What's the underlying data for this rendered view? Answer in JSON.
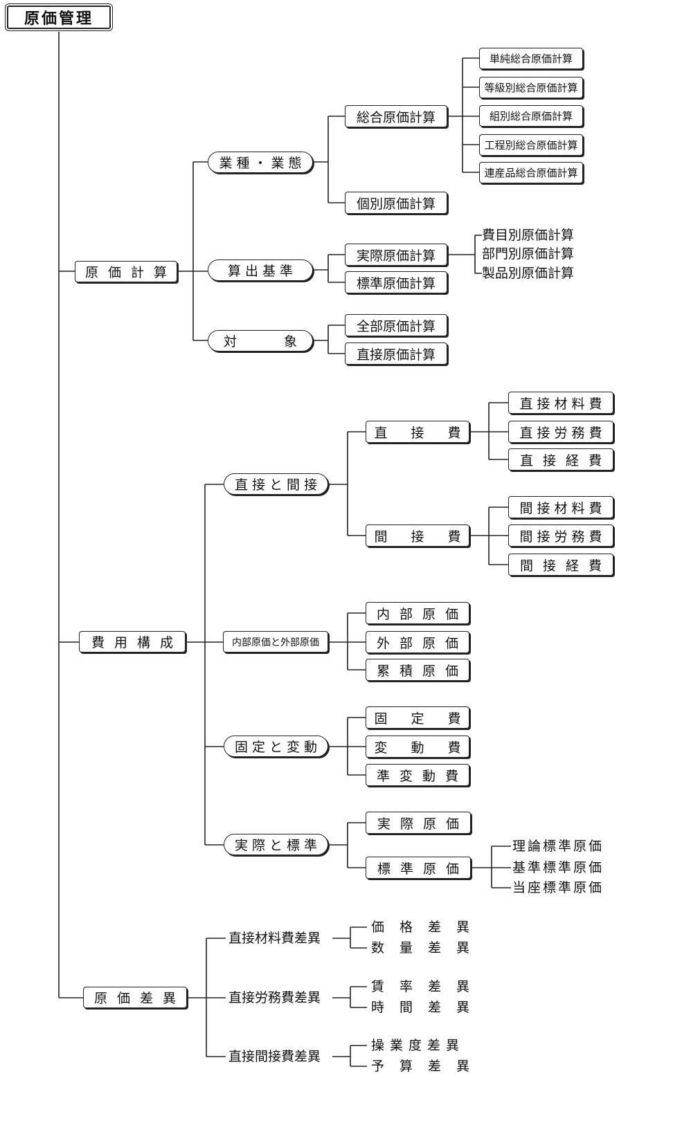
{
  "root": "原価管理",
  "calc": {
    "label": "原価計算",
    "industry": {
      "label": "業種・業態",
      "total": "総合原価計算",
      "total_items": [
        "単純総合原価計算",
        "等級別総合原価計算",
        "組別総合原価計算",
        "工程別総合原価計算",
        "連産品総合原価計算"
      ],
      "individual": "個別原価計算"
    },
    "basis": {
      "label": "算出基準",
      "actual": "実際原価計算",
      "actual_items": [
        "費目別原価計算",
        "部門別原価計算",
        "製品別原価計算"
      ],
      "standard": "標準原価計算"
    },
    "target": {
      "label_left": "対",
      "label_right": "象",
      "full": "全部原価計算",
      "direct": "直接原価計算"
    }
  },
  "cost": {
    "label": "費用構成",
    "direct_indirect": {
      "label": "直接と間接",
      "direct": "直 接 費",
      "direct_items": [
        "直接材料費",
        "直接労務費",
        "直接経費"
      ],
      "indirect": "間 接 費",
      "indirect_items": [
        "間接材料費",
        "間接労務費",
        "間接経費"
      ]
    },
    "internal_external": {
      "label": "内部原価と外部原価",
      "items": [
        "内部原価",
        "外部原価",
        "累積原価"
      ]
    },
    "fixed_variable": {
      "label": "固定と変動",
      "items": [
        "固 定 費",
        "変 動 費",
        "準変動費"
      ]
    },
    "actual_standard": {
      "label": "実際と標準",
      "actual": "実際原価",
      "standard": "標準原価",
      "standard_items": [
        "理論標準原価",
        "基準標準原価",
        "当座標準原価"
      ]
    }
  },
  "variance": {
    "label": "原価差異",
    "material": {
      "label": "直接材料費差異",
      "items": [
        "価格差異",
        "数量差異"
      ]
    },
    "labor": {
      "label": "直接労務費差異",
      "items": [
        "賃率差異",
        "時間差異"
      ]
    },
    "overhead": {
      "label": "直接間接費差異",
      "items": [
        "操業度差異",
        "予算差異"
      ]
    }
  }
}
